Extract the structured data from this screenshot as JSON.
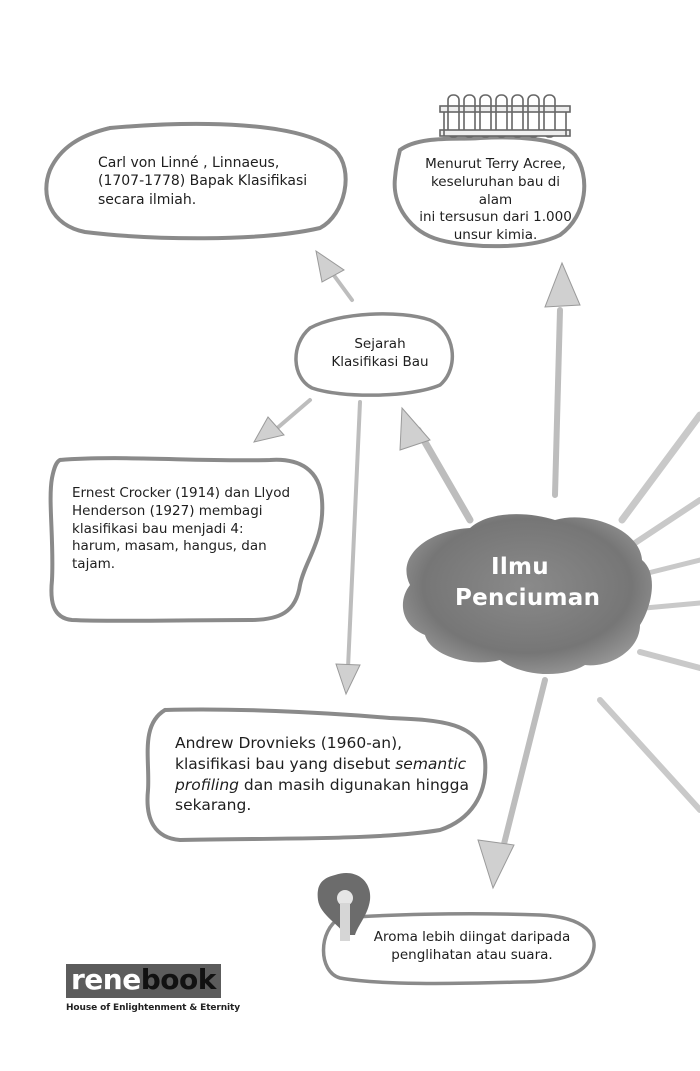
{
  "center_title": {
    "line1": "Ilmu",
    "line2": "Penciuman"
  },
  "nodes": {
    "linnaeus": {
      "lines": [
        "Carl von Linné , Linnaeus,",
        "(1707-1778)  Bapak Klasifikasi",
        "secara ilmiah."
      ]
    },
    "acree": {
      "lines": [
        "Menurut Terry Acree,",
        "keseluruhan bau di alam",
        "ini tersusun dari 1.000",
        "unsur kimia."
      ]
    },
    "sejarah": {
      "lines": [
        "Sejarah",
        "Klasifikasi Bau"
      ]
    },
    "crocker": {
      "lines": [
        "Ernest Crocker (1914) dan Llyod",
        "Henderson (1927) membagi",
        "klasifikasi bau menjadi 4:",
        "harum, masam, hangus, dan",
        "tajam."
      ]
    },
    "drovnieks": {
      "line1": "Andrew Drovnieks (1960-an),",
      "line2_plain": "klasifikasi bau yang disebut ",
      "line2_italic": "semantic",
      "line3_italic": "profiling",
      "line3_plain": " dan masih digunakan hingga",
      "line4": "sekarang."
    },
    "aroma": {
      "lines": [
        "Aroma lebih diingat daripada",
        "penglihatan atau suara."
      ]
    }
  },
  "logo": {
    "part1": "rene",
    "part2": "book",
    "tagline": "House of Enlightenment & Eternity"
  },
  "colors": {
    "ink": "#1e1e1e",
    "outline": "#8a8a8a",
    "cloud": "#7d7d7d",
    "logo_bg": "#5c5c5c"
  },
  "icons": [
    "test-tube-rack-icon",
    "light-bulb-icon"
  ]
}
